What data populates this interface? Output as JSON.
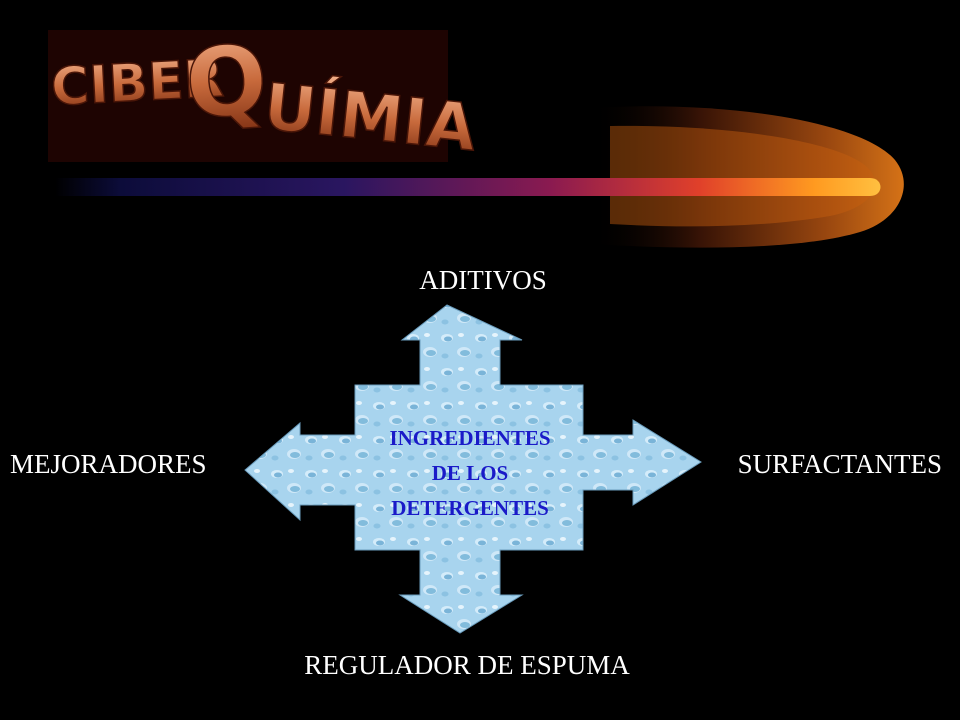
{
  "logo": {
    "text": "CIBERQUÍMIA",
    "colors": {
      "copper": "#c86a3c",
      "dark": "#4a1608"
    }
  },
  "diagram": {
    "center_lines": [
      "INGREDIENTES",
      "DE LOS",
      "DETERGENTES"
    ],
    "top": "ADITIVOS",
    "left": "MEJORADORES",
    "right": "SURFACTANTES",
    "bottom": "REGULADOR DE ESPUMA"
  },
  "colors": {
    "background": "#000000",
    "label_text": "#ffffff",
    "center_text": "#1a1ac8",
    "arrow_fill": "#a8d4ee"
  }
}
